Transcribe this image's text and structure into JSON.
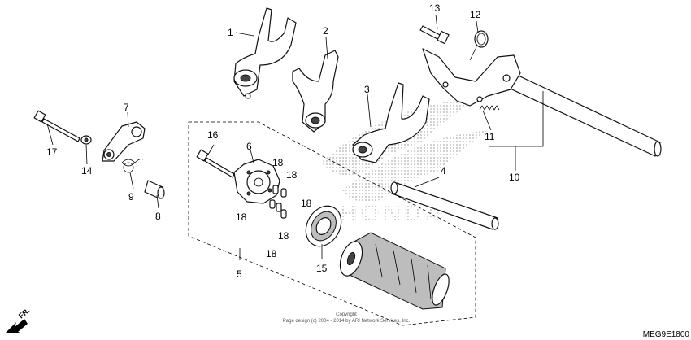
{
  "callouts": [
    "1",
    "2",
    "3",
    "4",
    "5",
    "6",
    "7",
    "8",
    "9",
    "10",
    "11",
    "12",
    "13",
    "14",
    "15",
    "16",
    "17",
    "18"
  ],
  "front_marker": "FR.",
  "watermark": "HONDA",
  "copyright_line1": "Copyright",
  "copyright_line2": "Page design (c) 2004 - 2014 by ARI Network Services, Inc.",
  "diagram_code": "MEG9E1800",
  "colors": {
    "ink": "#000000",
    "watermark": "#cfcfcf",
    "background": "#ffffff"
  }
}
